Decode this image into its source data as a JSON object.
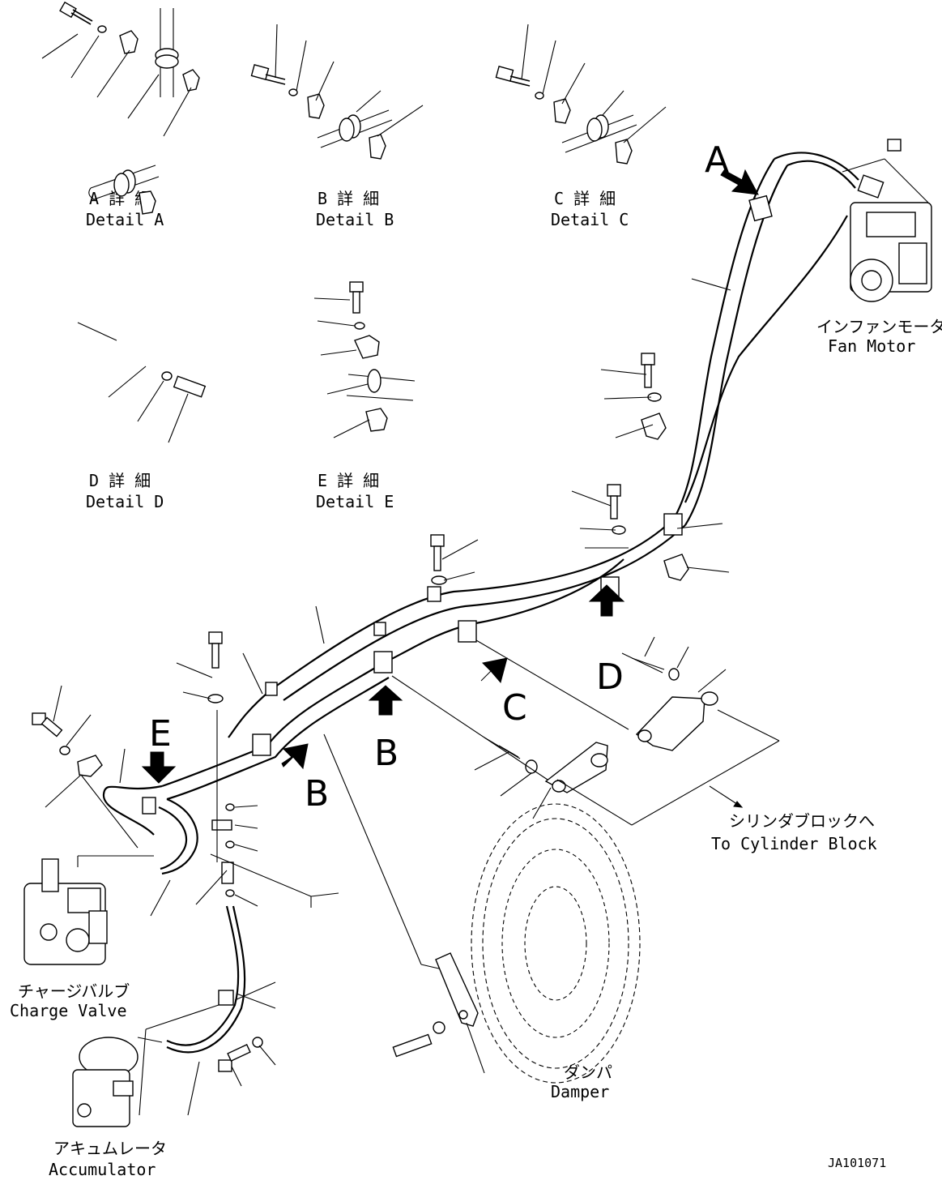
{
  "details": [
    {
      "jp": "A 詳 細",
      "en": "Detail A"
    },
    {
      "jp": "B 詳 細",
      "en": "Detail B"
    },
    {
      "jp": "C 詳 細",
      "en": "Detail C"
    },
    {
      "jp": "D 詳 細",
      "en": "Detail D"
    },
    {
      "jp": "E 詳 細",
      "en": "Detail E"
    }
  ],
  "components": {
    "fan_motor": {
      "jp": "インファンモータ",
      "en": "Fan Motor"
    },
    "cylinder_block": {
      "jp": "シリンダブロックへ",
      "en": "To Cylinder Block"
    },
    "charge_valve": {
      "jp": "チャージバルブ",
      "en": "Charge Valve"
    },
    "damper": {
      "jp": "ダンパ",
      "en": "Damper"
    },
    "accumulator": {
      "jp": "アキュムレータ",
      "en": "Accumulator"
    }
  },
  "view_letters": {
    "A": "A",
    "B1": "B",
    "B2": "B",
    "C": "C",
    "D": "D",
    "E": "E"
  },
  "drawing_id": "JA101071"
}
